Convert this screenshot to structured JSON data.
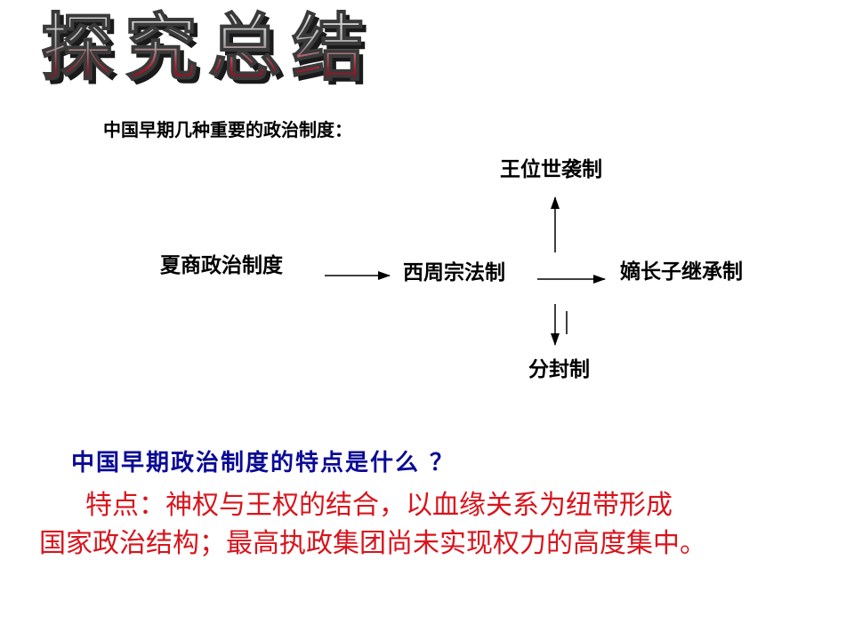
{
  "slide": {
    "title": "探究总结",
    "subtitle": "中国早期几种重要的政治制度："
  },
  "diagram": {
    "nodes": {
      "xia_shang": "夏商政治制度",
      "xizhou_zongfa": "西周宗法制",
      "wangwei_shixi": "王位世袭制",
      "dizhang_zi": "嫡长子继承制",
      "fenfeng": "分封制"
    },
    "edges": [
      {
        "from": "xia_shang",
        "to": "xizhou_zongfa"
      },
      {
        "from": "xizhou_zongfa",
        "to": "wangwei_shixi"
      },
      {
        "from": "xizhou_zongfa",
        "to": "dizhang_zi"
      },
      {
        "from": "xizhou_zongfa",
        "to": "fenfeng"
      }
    ]
  },
  "question": {
    "text": "中国早期政治制度的特点是什么 ？"
  },
  "answer": {
    "line1": "特点：神权与王权的结合，以血缘关系为纽带形成",
    "line2": "国家政治结构；最高执政集团尚未实现权力的高度集中。"
  },
  "colors": {
    "question": "#0a0a96",
    "answer": "#d8141c",
    "title_fill_top": "#e8e8e8",
    "title_fill_bottom": "#7a0a14"
  }
}
